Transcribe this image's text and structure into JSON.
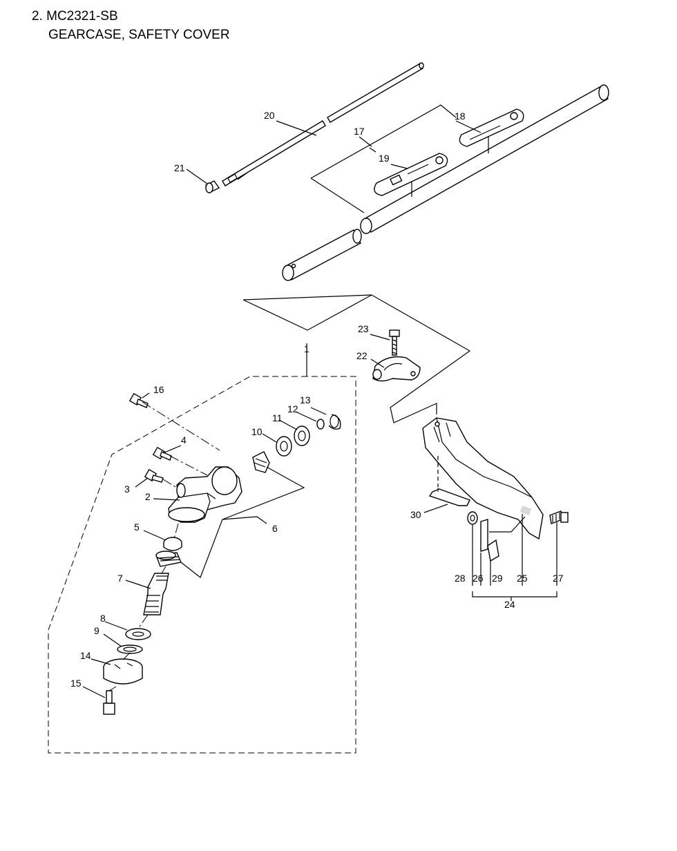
{
  "header": {
    "model_line": "2. MC2321-SB",
    "section_line": "GEARCASE, SAFETY COVER"
  },
  "callouts": {
    "c1": "1",
    "c2": "2",
    "c3": "3",
    "c4": "4",
    "c5": "5",
    "c6": "6",
    "c7": "7",
    "c8": "8",
    "c9": "9",
    "c10": "10",
    "c11": "11",
    "c12": "12",
    "c13": "13",
    "c14": "14",
    "c15": "15",
    "c16": "16",
    "c17": "17",
    "c18": "18",
    "c19": "19",
    "c20": "20",
    "c21": "21",
    "c22": "22",
    "c23": "23",
    "c24": "24",
    "c25": "25",
    "c26": "26",
    "c27": "27",
    "c28": "28",
    "c29": "29",
    "c30": "30"
  },
  "icons": {
    "gearcase": "gearcase-icon",
    "safety_cover": "safety-cover-icon",
    "drive_shaft": "drive-shaft-icon",
    "main_pipe": "main-pipe-icon"
  }
}
